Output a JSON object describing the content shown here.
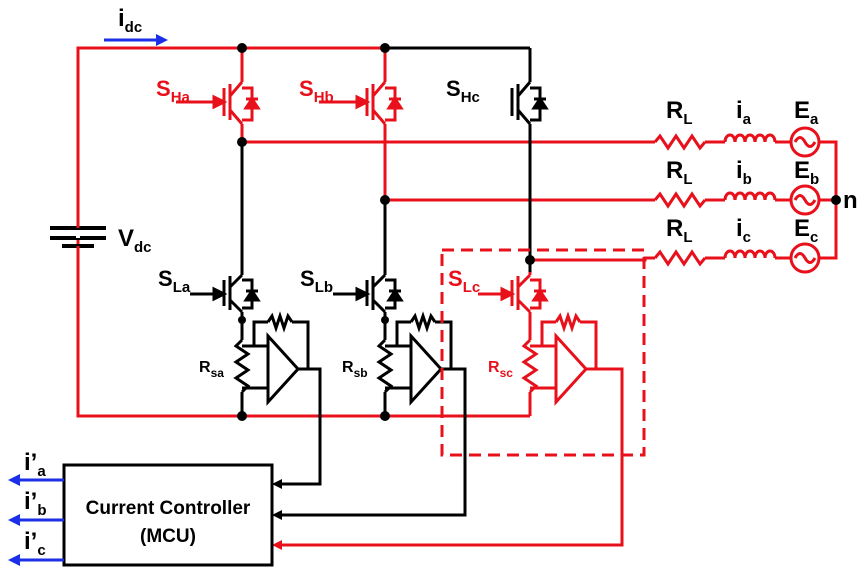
{
  "colors": {
    "red": "#e8101a",
    "black": "#000000",
    "blue": "#1a2fe6"
  },
  "labels": {
    "idc": {
      "main": "i",
      "sub": "dc"
    },
    "vdc": {
      "main": "V",
      "sub": "dc"
    },
    "n": "n",
    "switches": {
      "Ha": {
        "main": "S",
        "sub": "Ha"
      },
      "Hb": {
        "main": "S",
        "sub": "Hb"
      },
      "Hc": {
        "main": "S",
        "sub": "Hc"
      },
      "La": {
        "main": "S",
        "sub": "La"
      },
      "Lb": {
        "main": "S",
        "sub": "Lb"
      },
      "Lc": {
        "main": "S",
        "sub": "Lc"
      }
    },
    "shunts": {
      "a": {
        "main": "R",
        "sub": "sa"
      },
      "b": {
        "main": "R",
        "sub": "sb"
      },
      "c": {
        "main": "R",
        "sub": "sc"
      }
    },
    "phases": [
      {
        "rl": "R",
        "rl_sub": "L",
        "i": "i",
        "i_sub": "a",
        "e": "E",
        "e_sub": "a"
      },
      {
        "rl": "R",
        "rl_sub": "L",
        "i": "i",
        "i_sub": "b",
        "e": "E",
        "e_sub": "b"
      },
      {
        "rl": "R",
        "rl_sub": "L",
        "i": "i",
        "i_sub": "c",
        "e": "E",
        "e_sub": "c"
      }
    ],
    "outputs": [
      {
        "main": "i’",
        "sub": "a"
      },
      {
        "main": "i’",
        "sub": "b"
      },
      {
        "main": "i’",
        "sub": "c"
      }
    ]
  },
  "controller": {
    "line1": "Current Controller",
    "line2": "(MCU)"
  }
}
